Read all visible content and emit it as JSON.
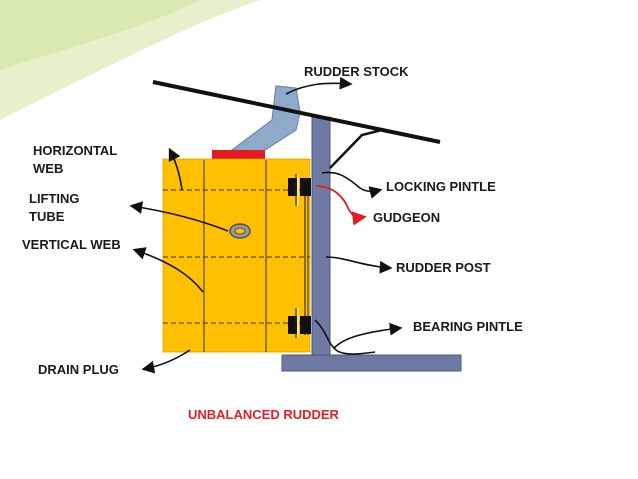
{
  "diagram": {
    "title": "UNBALANCED RUDDER",
    "labels": {
      "rudder_stock": "RUDDER STOCK",
      "horizontal_web_line1": "HORIZONTAL",
      "horizontal_web_line2": "WEB",
      "lifting_tube_line1": "LIFTING",
      "lifting_tube_line2": "TUBE",
      "vertical_web": "VERTICAL WEB",
      "drain_plug": "DRAIN PLUG",
      "locking_pintle": "LOCKING PINTLE",
      "gudgeon": "GUDGEON",
      "rudder_post": "RUDDER POST",
      "bearing_pintle": "BEARING PINTLE"
    }
  },
  "colors": {
    "rudder_blade": "#ffc000",
    "rudder_stock": "#8eaacb",
    "rudder_post": "#6e7aa3",
    "seal": "#e31c24",
    "gudgeon_arrow": "#e31c24",
    "title": "#e01f26",
    "background_top": "#d8ebb3"
  }
}
